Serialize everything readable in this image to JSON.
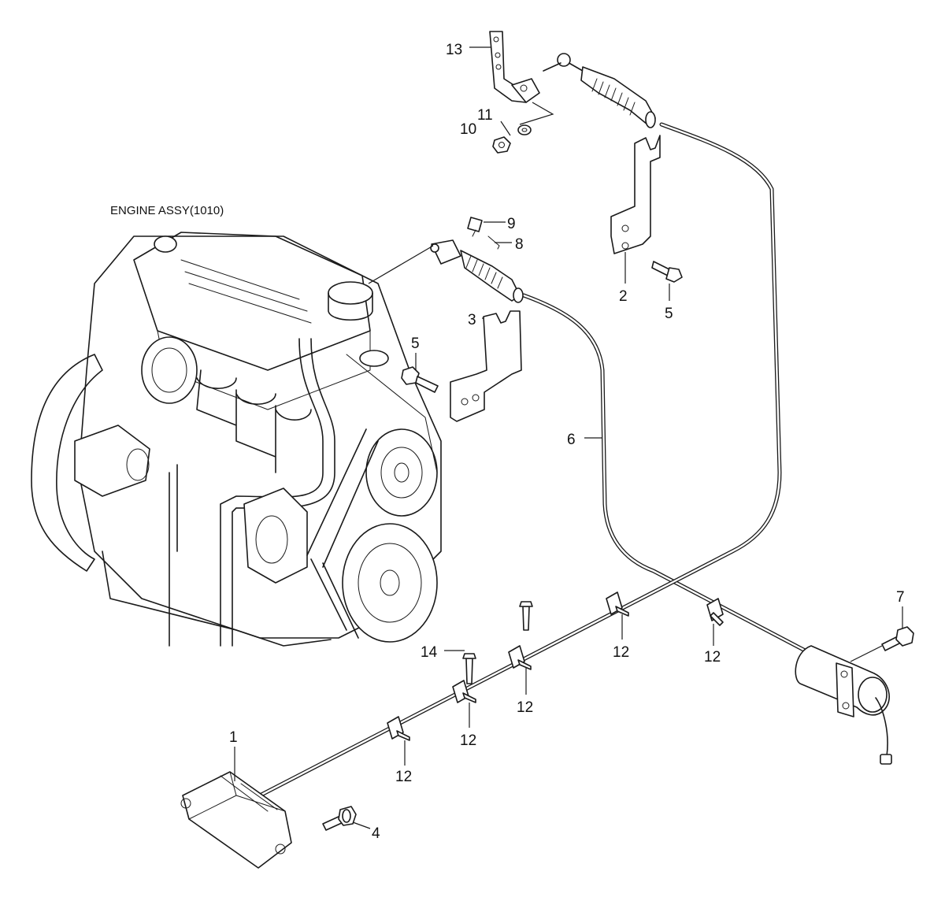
{
  "diagram": {
    "engine_label": "ENGINE ASSY(1010)",
    "callouts": {
      "c1": "1",
      "c2": "2",
      "c3": "3",
      "c4": "4",
      "c5a": "5",
      "c5b": "5",
      "c6": "6",
      "c7": "7",
      "c8": "8",
      "c9": "9",
      "c10": "10",
      "c11": "11",
      "c12a": "12",
      "c12b": "12",
      "c12c": "12",
      "c12d": "12",
      "c12e": "12",
      "c13": "13",
      "c14": "14"
    }
  }
}
